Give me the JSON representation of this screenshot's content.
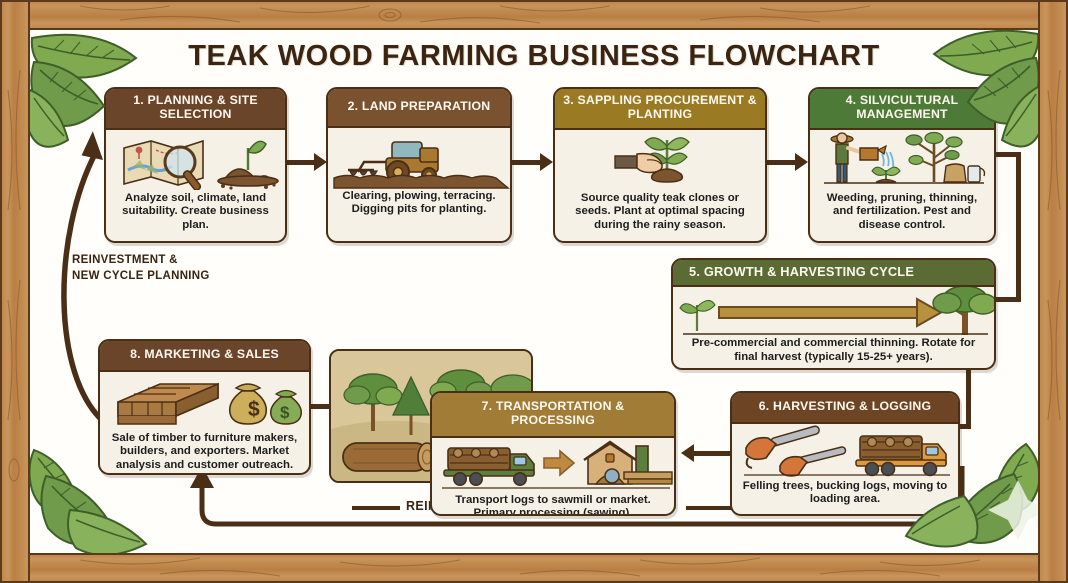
{
  "title": "TEAK WOOD FARMING BUSINESS FLOWCHART",
  "theme": {
    "frame_wood": "#c08a4e",
    "frame_outline": "#5a3a1b",
    "card_bg": "#f6f1e7",
    "card_border": "#4a2f16",
    "leaf_green": "#6f9b4b",
    "arrow": "#4a2f16"
  },
  "steps": [
    {
      "id": "planning-site-selection",
      "header": "1. PLANNING & SITE SELECTION",
      "desc": "Analyze soil, climate, land suitability. Create business plan.",
      "header_color": "#6b452a",
      "icons": [
        "map-icon",
        "magnifier-icon",
        "soil-mound-icon",
        "seedling-icon"
      ]
    },
    {
      "id": "land-preparation",
      "header": "2. LAND PREPARATION",
      "desc": "Clearing, plowing, terracing. Digging pits for planting.",
      "header_color": "#7b5230",
      "icons": [
        "tractor-plow-icon",
        "soil-field-icon"
      ]
    },
    {
      "id": "sappling-procurement-planting",
      "header": "3. SAPPLING PROCUREMENT & PLANTING",
      "desc": "Source quality teak clones or seeds. Plant at optimal spacing during the rainy season.",
      "header_color": "#9a7b24",
      "icons": [
        "hand-planting-icon",
        "sapling-icon"
      ]
    },
    {
      "id": "silvicultural-management",
      "header": "4. SILVICULTURAL MANAGEMENT",
      "desc": "Weeding, pruning, thinning, and fertilization. Pest and disease control.",
      "header_color": "#4e7a37",
      "icons": [
        "farmer-watering-icon",
        "young-tree-icon",
        "fertilizer-bag-icon"
      ]
    },
    {
      "id": "growth-harvesting-cycle",
      "header": "5. GROWTH & HARVESTING CYCLE",
      "desc": "Pre-commercial and commercial thinning. Rotate for final harvest (typically 15-25+ years).",
      "header_color": "#5b6b34",
      "icons": [
        "seedling-icon",
        "growth-arrow-icon",
        "mature-tree-icon"
      ]
    },
    {
      "id": "harvesting-logging",
      "header": "6. HARVESTING & LOGGING",
      "desc": "Felling trees, bucking logs, moving to loading area.",
      "header_color": "#6e4524",
      "icons": [
        "chainsaw-icon",
        "log-truck-icon"
      ]
    },
    {
      "id": "transportation-processing",
      "header": "7. TRANSPORTATION & PROCESSING",
      "desc": "Transport logs to sawmill or market. Primary processing (sawing).",
      "header_color": "#a17c36",
      "icons": [
        "log-truck-icon",
        "right-arrow-icon",
        "sawmill-icon"
      ]
    },
    {
      "id": "marketing-sales",
      "header": "8. MARKETING & SALES",
      "desc": "Sale of timber to furniture makers, builders, and exporters. Market analysis and customer outreach.",
      "header_color": "#6b452a",
      "icons": [
        "timber-stack-icon",
        "money-bag-icon"
      ]
    }
  ],
  "loops": {
    "left_label_line1": "REINVESTMENT &",
    "left_label_line2": "NEW CYCLE PLANNING",
    "bottom_label": "REINVESTMENT & NEW CYCLE PLANNING"
  },
  "decorations": {
    "forest_panel": "forest-scene-illustration",
    "corner_leaves": [
      "leaf-cluster-top-left",
      "leaf-cluster-top-right",
      "leaf-cluster-bottom-left",
      "leaf-cluster-bottom-right"
    ]
  }
}
